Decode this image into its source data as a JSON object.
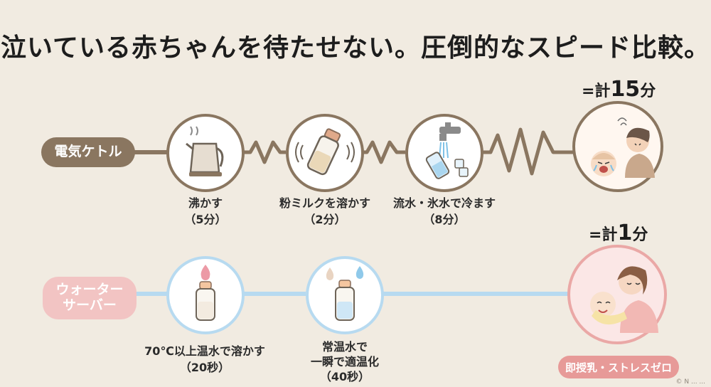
{
  "title": "泣いている赤ちゃんを待たせない。圧倒的なスピード比較。",
  "kettle": {
    "label": "電気ケトル",
    "steps": [
      {
        "name": "沸かす",
        "time": "（5分）",
        "icon": "kettle-icon"
      },
      {
        "name": "粉ミルクを溶かす",
        "time": "（2分）",
        "icon": "shaking-bottle-icon"
      },
      {
        "name": "流水・氷水で冷ます",
        "time": "（8分）",
        "icon": "faucet-cooling-icon"
      }
    ],
    "total_prefix": "=計",
    "total_value": "15",
    "total_unit": "分",
    "result_icon": "stressed-parent-crying-baby-icon"
  },
  "server": {
    "label_line1": "ウォーター",
    "label_line2": "サーバー",
    "steps": [
      {
        "line1": "70℃以上温水で溶かす",
        "line2": "（20秒）",
        "icon": "bottle-hot-water-icon"
      },
      {
        "line1": "常温水で",
        "line2": "一瞬で適温化",
        "line3": "（40秒）",
        "icon": "bottle-water-drops-icon"
      }
    ],
    "total_prefix": "=計",
    "total_value": "1",
    "total_unit": "分",
    "result_icon": "mother-feeding-baby-icon",
    "badge": "即授乳・ストレスゼロ"
  },
  "credit": "© N ... ...",
  "colors": {
    "background": "#f1ebe1",
    "kettle_brown": "#8a7660",
    "server_blue": "#b7daf0",
    "server_pink": "#eaa8a6",
    "badge_pink": "#e79a98"
  }
}
